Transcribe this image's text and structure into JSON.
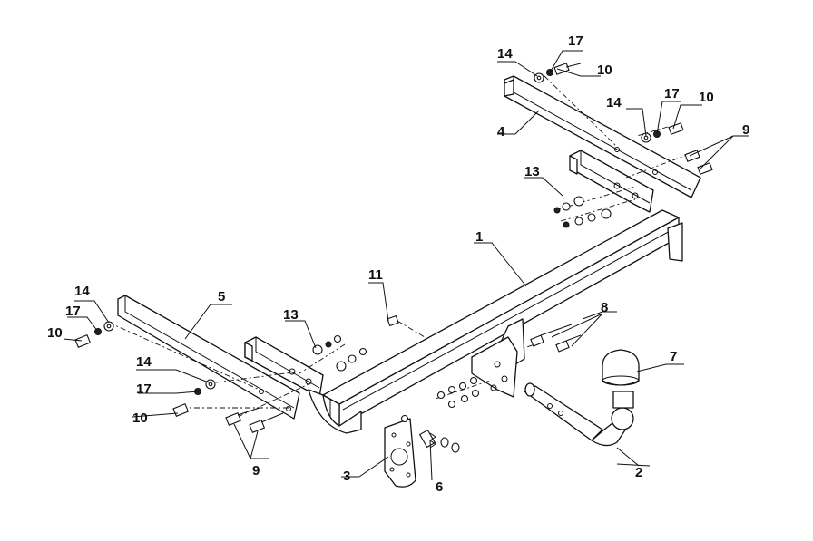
{
  "callouts": [
    {
      "id": "c1",
      "text": "1"
    },
    {
      "id": "c2",
      "text": "2"
    },
    {
      "id": "c3",
      "text": "3"
    },
    {
      "id": "c4",
      "text": "4"
    },
    {
      "id": "c5",
      "text": "5"
    },
    {
      "id": "c6",
      "text": "6"
    },
    {
      "id": "c7",
      "text": "7"
    },
    {
      "id": "c8",
      "text": "8"
    },
    {
      "id": "c9a",
      "text": "9"
    },
    {
      "id": "c9b",
      "text": "9"
    },
    {
      "id": "c10a",
      "text": "10"
    },
    {
      "id": "c10b",
      "text": "10"
    },
    {
      "id": "c10c",
      "text": "10"
    },
    {
      "id": "c10d",
      "text": "10"
    },
    {
      "id": "c11",
      "text": "11"
    },
    {
      "id": "c13a",
      "text": "13"
    },
    {
      "id": "c13b",
      "text": "13"
    },
    {
      "id": "c14a",
      "text": "14"
    },
    {
      "id": "c14b",
      "text": "14"
    },
    {
      "id": "c14c",
      "text": "14"
    },
    {
      "id": "c14d",
      "text": "14"
    },
    {
      "id": "c17a",
      "text": "17"
    },
    {
      "id": "c17b",
      "text": "17"
    },
    {
      "id": "c17c",
      "text": "17"
    },
    {
      "id": "c17d",
      "text": "17"
    }
  ]
}
